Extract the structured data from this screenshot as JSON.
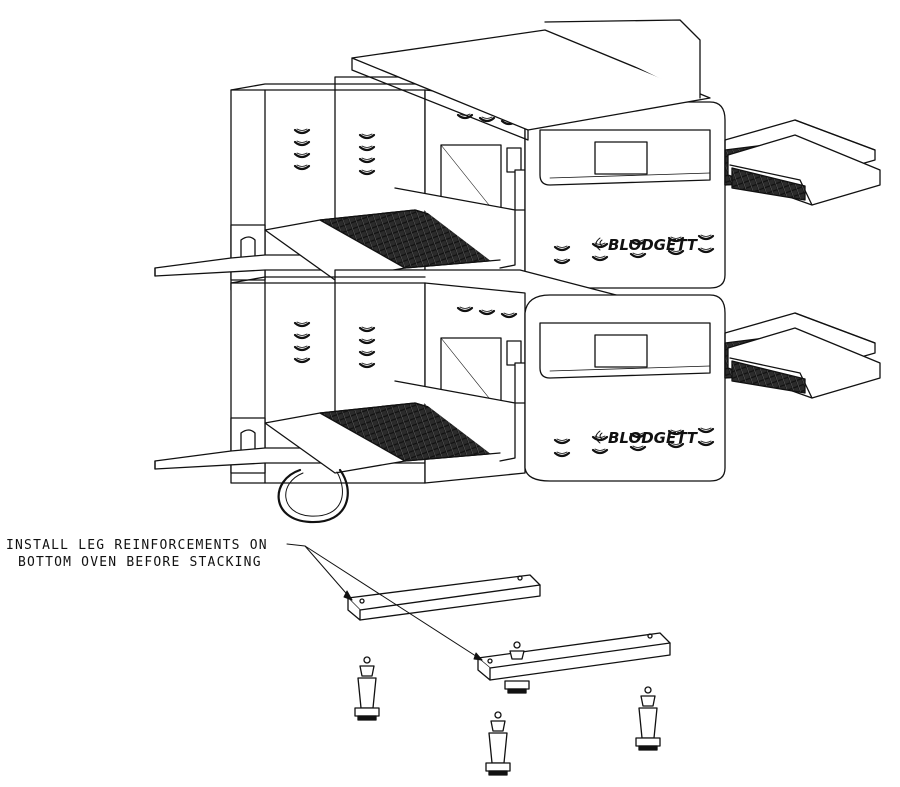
{
  "callout": {
    "line1": "INSTALL LEG REINFORCEMENTS ON",
    "line2": "BOTTOM OVEN BEFORE STACKING"
  },
  "brand": {
    "top": "BLODGETT",
    "bottom": "BLODGETT"
  },
  "colors": {
    "ink": "#111111",
    "panel": "#ffffff",
    "belt": "#2a2a2a",
    "shade": "#d9d9d9"
  },
  "icons": [
    "vent-slot-icon",
    "caster-leg-icon",
    "leg-reinforcement-icon"
  ]
}
